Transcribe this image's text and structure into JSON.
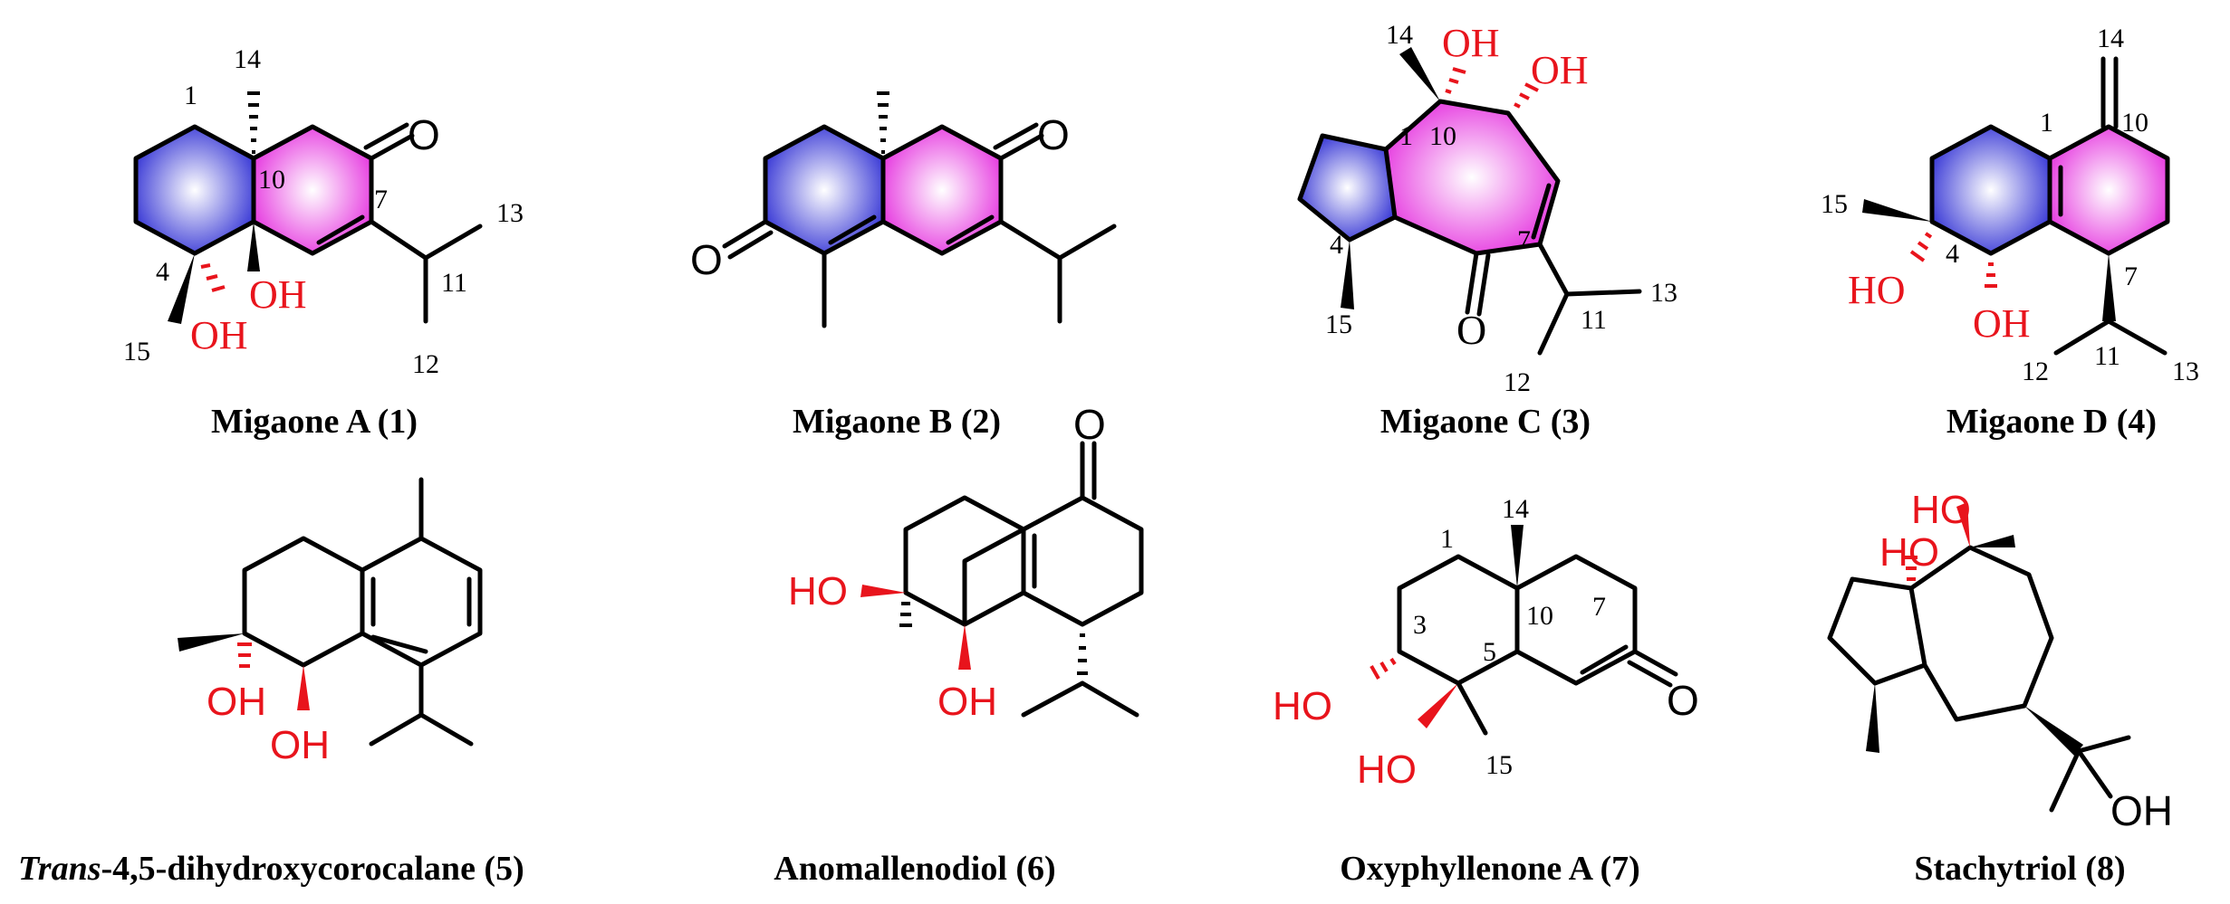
{
  "compounds": [
    {
      "id": "c1",
      "caption": "Migaone A (1)",
      "atoms": [
        "1",
        "14",
        "10",
        "7",
        "13",
        "4",
        "11",
        "15",
        "12"
      ],
      "groups": {
        "oh1": "OH",
        "oh2": "OH",
        "ketone": "O"
      }
    },
    {
      "id": "c2",
      "caption": "Migaone B (2)",
      "groups": {
        "ketone1": "O",
        "ketone2": "O"
      }
    },
    {
      "id": "c3",
      "caption": "Migaone C (3)",
      "atoms": [
        "14",
        "10",
        "1",
        "4",
        "7",
        "15",
        "11",
        "13",
        "12"
      ],
      "groups": {
        "oh1": "OH",
        "oh2": "OH",
        "ketone": "O"
      }
    },
    {
      "id": "c4",
      "caption": "Migaone D (4)",
      "atoms": [
        "14",
        "1",
        "10",
        "15",
        "4",
        "7",
        "12",
        "11",
        "13"
      ],
      "groups": {
        "oh1": "HO",
        "oh2": "OH"
      }
    },
    {
      "id": "c5",
      "caption_italic": "Trans",
      "caption_rest": "-4,5-dihydroxycorocalane (5)",
      "groups": {
        "oh1": "OH",
        "oh2": "OH"
      }
    },
    {
      "id": "c6",
      "caption": "Anomallenodiol (6)",
      "groups": {
        "ho": "HO",
        "oh": "OH",
        "ketone": "O"
      }
    },
    {
      "id": "c7",
      "caption": "Oxyphyllenone A (7)",
      "atoms": [
        "1",
        "14",
        "10",
        "7",
        "3",
        "5",
        "15"
      ],
      "groups": {
        "ho1": "HO",
        "ho2": "HO",
        "ketone": "O"
      }
    },
    {
      "id": "c8",
      "caption": "Stachytriol (8)",
      "groups": {
        "ho1": "HO",
        "ho2": "HO",
        "oh": "OH"
      }
    }
  ],
  "colors": {
    "ring_blue": "#3a3ad6",
    "ring_magenta": "#e63be0",
    "hydroxyl": "#e8141c"
  }
}
